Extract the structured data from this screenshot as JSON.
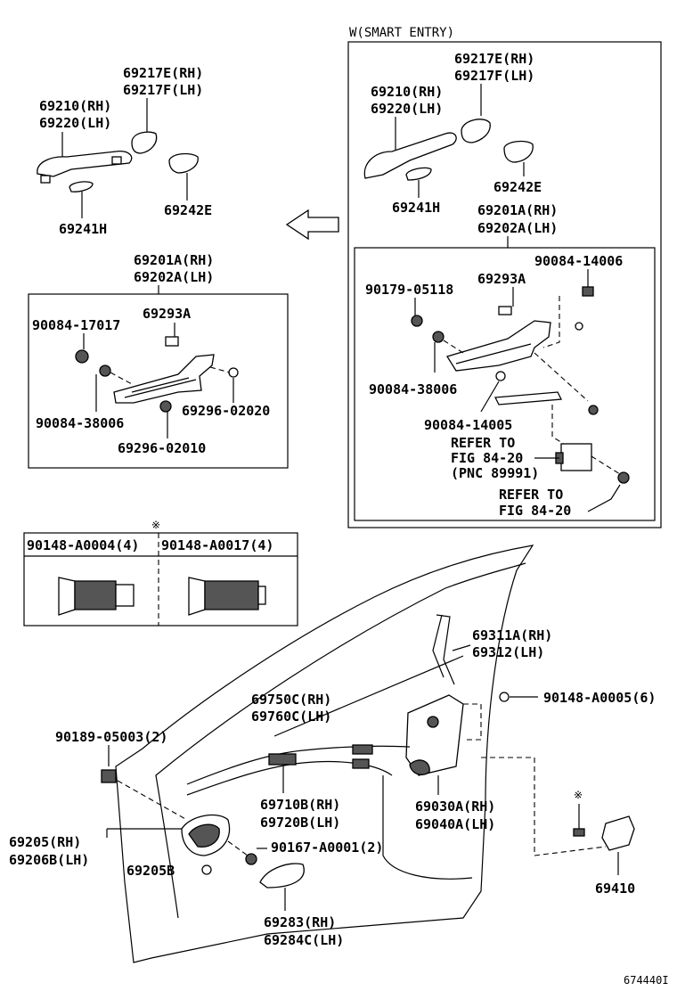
{
  "smart_entry_title": "W(SMART ENTRY)",
  "figure_id": "674440I",
  "callouts": {
    "l_69217": [
      "69217E(RH)",
      "69217F(LH)"
    ],
    "l_69210": [
      "69210(RH)",
      "69220(LH)"
    ],
    "l_69241": "69241H",
    "l_69242": "69242E",
    "l_69201": [
      "69201A(RH)",
      "69202A(LH)"
    ],
    "l_69293": "69293A",
    "l_90084_17017": "90084-17017",
    "l_90084_38006": "90084-38006",
    "l_69296_02020": "69296-02020",
    "l_69296_02010": "69296-02010",
    "r_69217": [
      "69217E(RH)",
      "69217F(LH)"
    ],
    "r_69210": [
      "69210(RH)",
      "69220(LH)"
    ],
    "r_69242": "69242E",
    "r_69241": "69241H",
    "r_69201": [
      "69201A(RH)",
      "69202A(LH)"
    ],
    "r_90084_14006": "90084-14006",
    "r_90179": "90179-05118",
    "r_69293": "69293A",
    "r_90084_38006": "90084-38006",
    "r_90084_14005": "90084-14005",
    "refer_1": [
      "REFER TO",
      "FIG 84-20",
      "(PNC 89991)"
    ],
    "refer_2": [
      "REFER TO",
      "FIG 84-20"
    ],
    "screw_mark": "※",
    "screw_a": "90148-A0004(4)",
    "screw_b": "90148-A0017(4)",
    "b_69311": [
      "69311A(RH)",
      "69312(LH)"
    ],
    "b_69750": [
      "69750C(RH)",
      "69760C(LH)"
    ],
    "b_90148_a0005": "90148-A0005(6)",
    "b_90189": "90189-05003(2)",
    "b_69710": [
      "69710B(RH)",
      "69720B(LH)"
    ],
    "b_69030": [
      "69030A(RH)",
      "69040A(LH)"
    ],
    "b_69205": [
      "69205(RH)",
      "69206B(LH)"
    ],
    "b_90167": "90167-A0001(2)",
    "b_69205b": "69205B",
    "b_69410_mark": "※",
    "b_69410": "69410",
    "b_69283": [
      "69283(RH)",
      "69284C(LH)"
    ]
  }
}
